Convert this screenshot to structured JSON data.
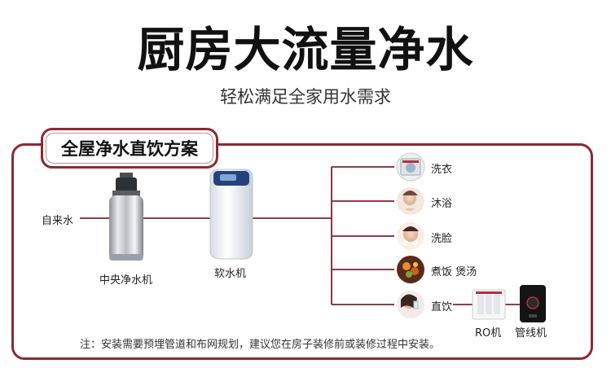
{
  "title": "厨房大流量净水",
  "subtitle": "轻松满足全家用水需求",
  "section_label": "全屋净水直饮方案",
  "source_label": "自来水",
  "central_purifier_label": "中央净水机",
  "softener_label": "软水机",
  "outputs": [
    {
      "label": "洗衣",
      "icon": "washing-machine-icon"
    },
    {
      "label": "沐浴",
      "icon": "shower-icon"
    },
    {
      "label": "洗脸",
      "icon": "face-wash-icon"
    },
    {
      "label": "煮饭  煲汤",
      "icon": "cooking-icon"
    },
    {
      "label": "直饮",
      "icon": "drinking-icon"
    }
  ],
  "ro_label": "RO机",
  "pipeline_label": "管线机",
  "footnote": "注：安装需要预埋管道和布网规划，建议您在房子装修前或装修过程中安装。",
  "colors": {
    "accent": "#8b2a33",
    "line": "#7a2430"
  }
}
